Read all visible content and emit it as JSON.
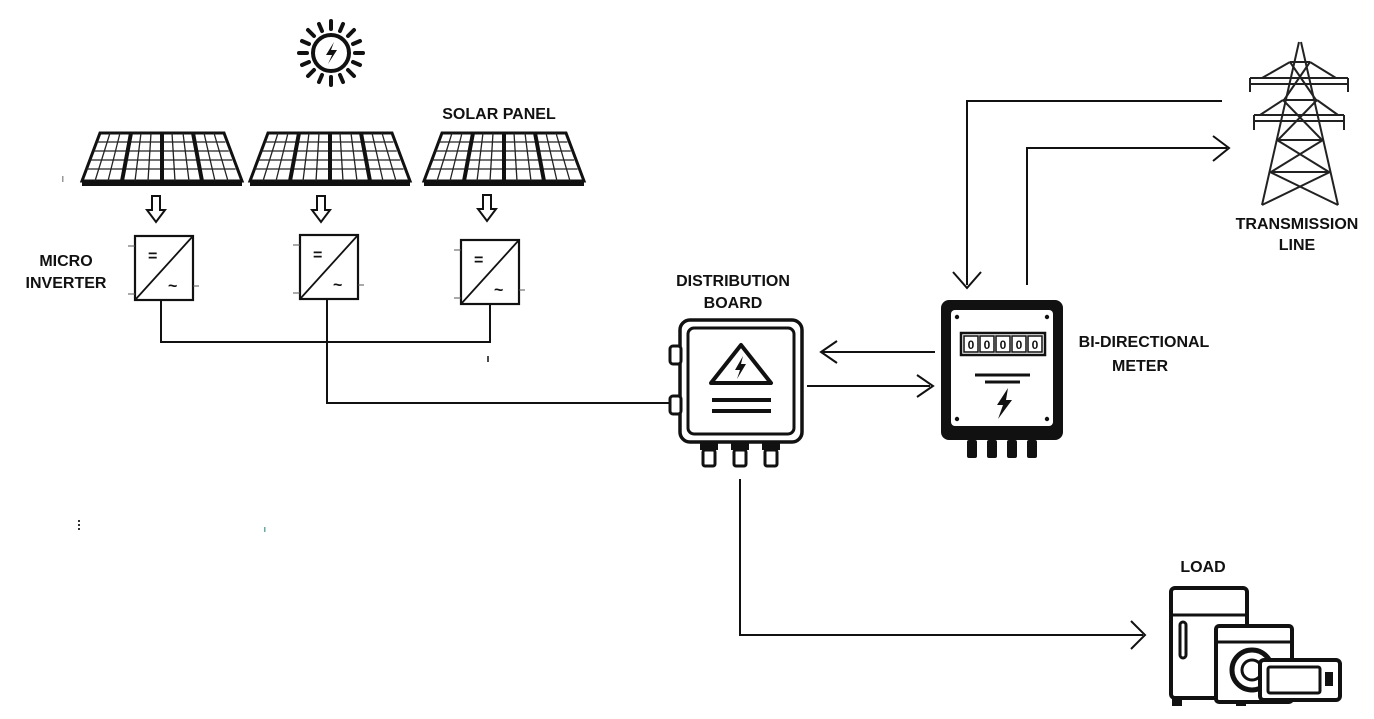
{
  "labels": {
    "solar_panel": "SOLAR PANEL",
    "micro_inverter_line1": "MICRO",
    "micro_inverter_line2": "INVERTER",
    "distribution_board_line1": "DISTRIBUTION",
    "distribution_board_line2": "BOARD",
    "bi_directional_meter_line1": "BI-DIRECTIONAL",
    "bi_directional_meter_line2": "METER",
    "transmission_line_line1": "TRANSMISSION",
    "transmission_line_line2": "LINE",
    "load": "LOAD"
  },
  "inverter_symbols": {
    "dc": "=",
    "ac": "~"
  },
  "meter_display_digits": [
    "0",
    "0",
    "0",
    "0",
    "0"
  ],
  "icons": [
    "sun-icon",
    "solar-panel-icon",
    "micro-inverter-icon",
    "down-arrow-icon",
    "distribution-board-icon",
    "warning-triangle-icon",
    "bi-directional-meter-icon",
    "transmission-tower-icon",
    "load-appliances-icon"
  ]
}
